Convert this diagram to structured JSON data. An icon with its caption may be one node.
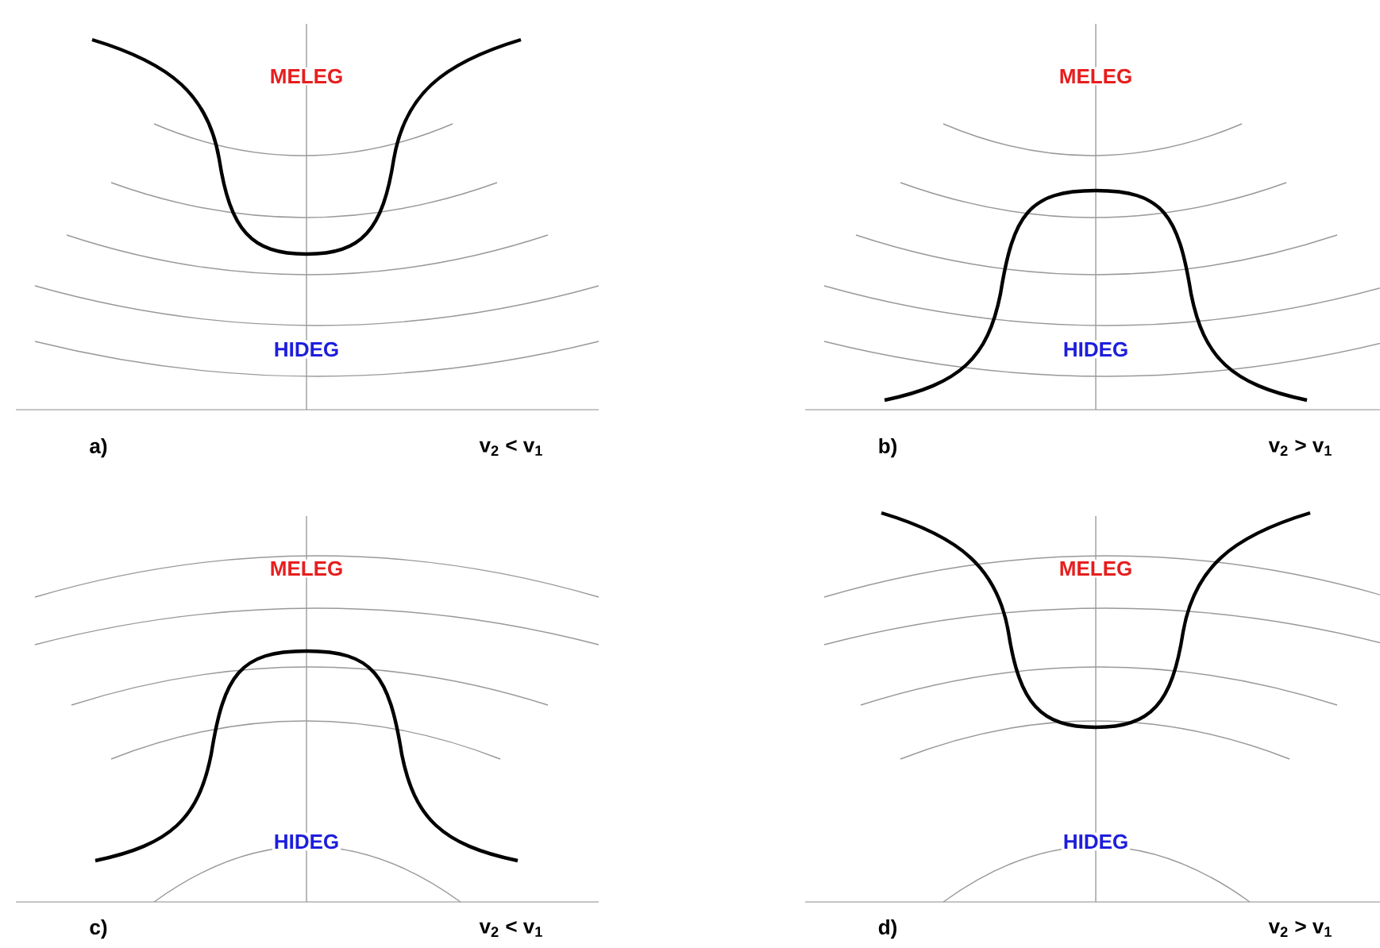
{
  "diagram": {
    "labels": [
      "MELEG",
      "HIDEG",
      "a)",
      "v$_{2}$ < v$_{1}$",
      "MELEG",
      "HIDEG",
      "b)",
      "v$_{2}$ > v$_{1}$",
      "MELEG",
      "HIDEG",
      "c)",
      "v$_{2}$ < v$_{1}$",
      "MELEG",
      "HIDEG",
      "d)",
      "v$_{2}$ > v$_{1}$"
    ]
  }
}
